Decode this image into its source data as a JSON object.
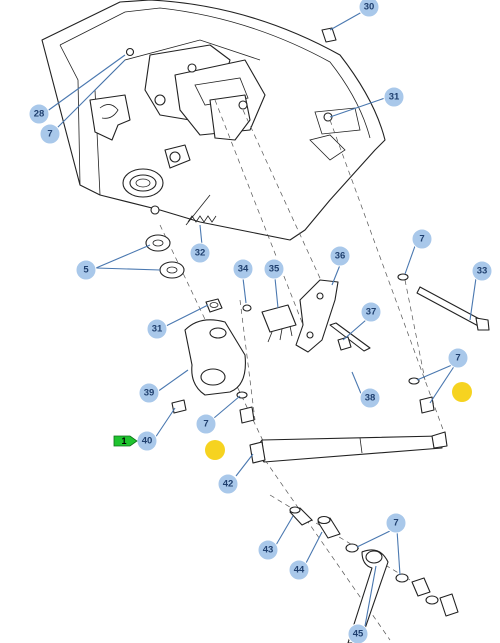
{
  "callouts": {
    "c30": "30",
    "c28": "28",
    "c7a": "7",
    "c31a": "31",
    "c7b": "7",
    "c5": "5",
    "c32": "32",
    "c34": "34",
    "c35": "35",
    "c36": "36",
    "c33": "33",
    "c31b": "31",
    "c37": "37",
    "c39": "39",
    "c38": "38",
    "c7c": "7",
    "c7d": "7",
    "c40": "40",
    "c42": "42",
    "c43": "43",
    "c44": "44",
    "c7e": "7",
    "c45": "45"
  },
  "selected_tag": "1",
  "colors": {
    "callout_fill": "#a9c8ea",
    "callout_text": "#1f3f6e",
    "highlight": "#f6d320",
    "tag": "#1fc42f"
  }
}
